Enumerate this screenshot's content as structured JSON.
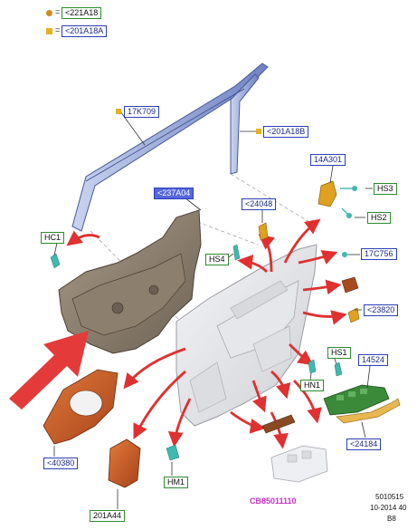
{
  "legend": {
    "dot_label": "<221A18",
    "square_label": "<201A18A",
    "dot_color": "#d08a1e",
    "square_color": "#e8b020"
  },
  "callouts": {
    "c_17k709": "17K709",
    "c_201a18b": "<201A18B",
    "c_14a301": "14A301",
    "c_hs3": "HS3",
    "c_hs2": "HS2",
    "c_237a04": "<237A04",
    "c_24048": "<24048",
    "c_hc1": "HC1",
    "c_hs4": "HS4",
    "c_17c756": "17C756",
    "c_23820": "<23820",
    "c_hs1": "HS1",
    "c_hn1": "HN1",
    "c_14524": "14524",
    "c_40380": "<40380",
    "c_24184": "<24184",
    "c_hm1": "HM1",
    "c_201a44": "201A44"
  },
  "part_code": "CB85011110",
  "footer": {
    "line1": "5010515",
    "line2": "10-2014 40",
    "line3": "B8"
  },
  "colors": {
    "callout_border": "#2b3fb5",
    "callout_green": "#2e8b2e",
    "arrow_red": "#e03030",
    "part_code": "#c832c8"
  }
}
